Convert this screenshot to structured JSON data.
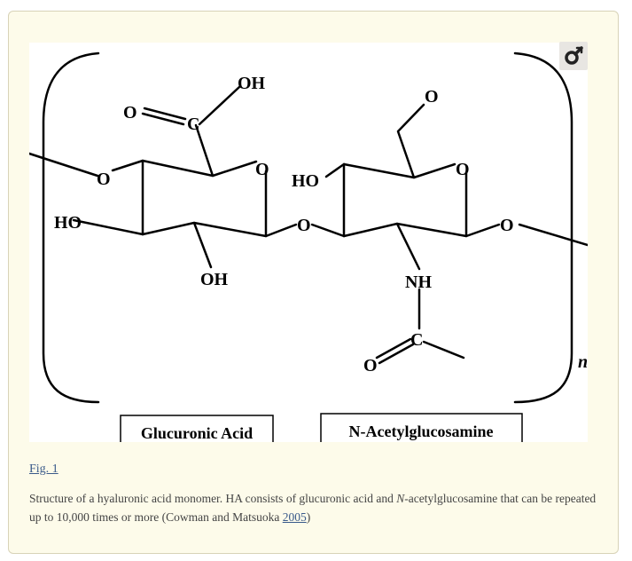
{
  "figure": {
    "labels": {
      "oh_top": "OH",
      "o_carboxyl": "O",
      "c_carboxyl": "C",
      "o_ring1": "O",
      "o_link_left": "O",
      "ho_left": "HO",
      "oh_bottom": "OH",
      "o_glyco": "O",
      "o_ring2": "O",
      "ho_ring2": "HO",
      "o_ch2": "O",
      "o_link_right": "O",
      "nh": "NH",
      "c_acetyl": "C",
      "o_acetyl": "O",
      "n_subscript": "n"
    },
    "boxes": {
      "glucuronic": "Glucuronic Acid",
      "nacetyl": "N-Acetylglucosamine"
    }
  },
  "figure_link": "Fig. 1",
  "caption": {
    "part1": "Structure of a hyaluronic acid monomer. HA consists of glucuronic acid and ",
    "italic_n": "N",
    "part2": "-acetylglucosamine that can be repeated up to 10,000 times or more (Cowman and Matsuoka ",
    "ref_year": "2005",
    "part3": ")"
  },
  "icons": {
    "zoom": "zoom-icon"
  }
}
